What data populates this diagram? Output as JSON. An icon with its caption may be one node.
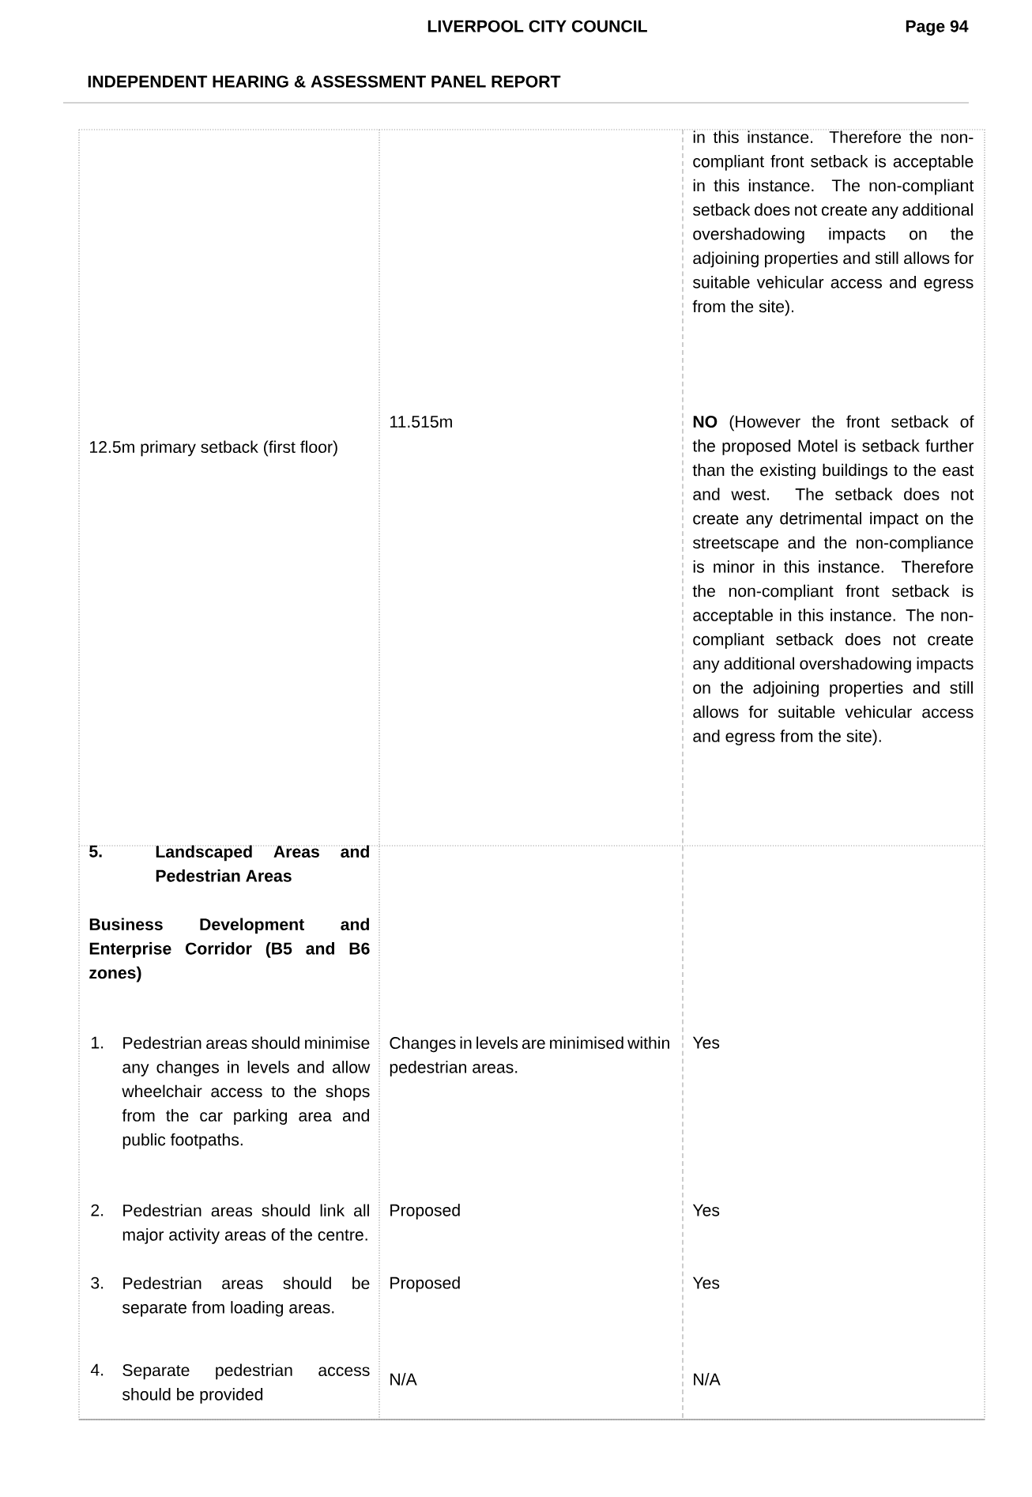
{
  "diagram": {
    "labels": [
      "LIVERPOOL CITY COUNCIL",
      "Page 94",
      "INDEPENDENT HEARING & ASSESSMENT PANEL REPORT",
      "in this instance. Therefore the non-compliant front setback is acceptable in this instance. The non-compliant setback does not create any additional overshadowing impacts on the adjoining properties and still allows for suitable vehicular access and egress from the site).",
      "12.5m primary setback (first floor)",
      "11.515m",
      "**NO** (However the front setback of the proposed Motel is setback further than the existing buildings to the east and west. The setback does not create any detrimental impact on the streetscape and the non-compliance is minor in this instance. Therefore the non-compliant front setback is acceptable in this instance. The non-compliant setback does not create any additional overshadowing impacts on the adjoining properties and still allows for suitable vehicular access and egress from the site).",
      "5.",
      "Landscaped Areas and Pedestrian Areas",
      "Business Development and Enterprise Corridor (B5 and B6 zones)",
      "1.",
      "Pedestrian areas should minimise any changes in levels and allow wheelchair access to the shops from the car parking area and public footpaths.",
      "Changes in levels are minimised within pedestrian areas.",
      "Yes",
      "2.",
      "Pedestrian areas should link all major activity areas of the centre.",
      "Proposed",
      "Yes",
      "3.",
      "Pedestrian areas should be separate from loading areas.",
      "Proposed",
      "Yes",
      "4.",
      "Separate pedestrian access should be provided",
      "N/A",
      "N/A"
    ]
  }
}
